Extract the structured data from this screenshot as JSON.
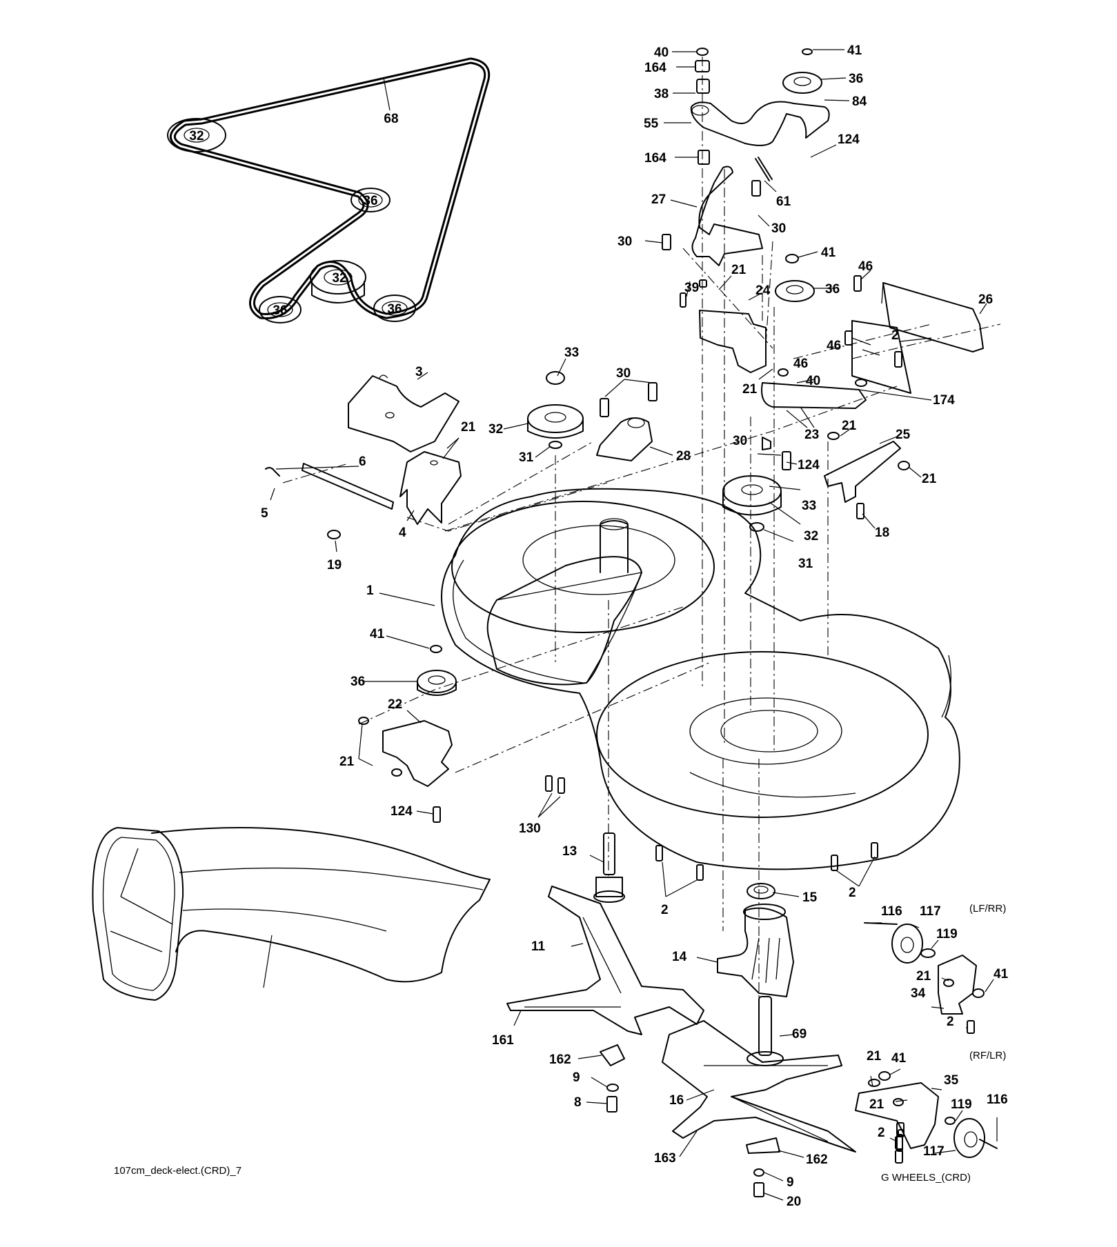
{
  "footer": {
    "left_caption": "107cm_deck-elect.(CRD)_7",
    "right_caption": "G WHEELS_(CRD)"
  },
  "notes": {
    "lf_rr": "(LF/RR)",
    "rf_lr": "(RF/LR)"
  },
  "belt_diagram": {
    "pulleys": [
      "32",
      "36",
      "32",
      "36",
      "36"
    ],
    "belt_label": "68"
  },
  "callouts": [
    "40",
    "164",
    "38",
    "55",
    "164",
    "41",
    "36",
    "84",
    "124",
    "27",
    "61",
    "30",
    "30",
    "41",
    "39",
    "21",
    "24",
    "36",
    "46",
    "26",
    "2",
    "46",
    "46",
    "21",
    "40",
    "174",
    "33",
    "3",
    "30",
    "32",
    "31",
    "28",
    "21",
    "6",
    "5",
    "4",
    "19",
    "23",
    "21",
    "25",
    "30",
    "124",
    "21",
    "33",
    "32",
    "18",
    "31",
    "1",
    "41",
    "36",
    "22",
    "21",
    "124",
    "130",
    "13",
    "2",
    "15",
    "2",
    "11",
    "14",
    "116",
    "117",
    "119",
    "21",
    "41",
    "34",
    "2",
    "161",
    "69",
    "162",
    "9",
    "8",
    "16",
    "21",
    "41",
    "35",
    "21",
    "119",
    "116",
    "2",
    "117",
    "163",
    "162",
    "9",
    "20"
  ]
}
